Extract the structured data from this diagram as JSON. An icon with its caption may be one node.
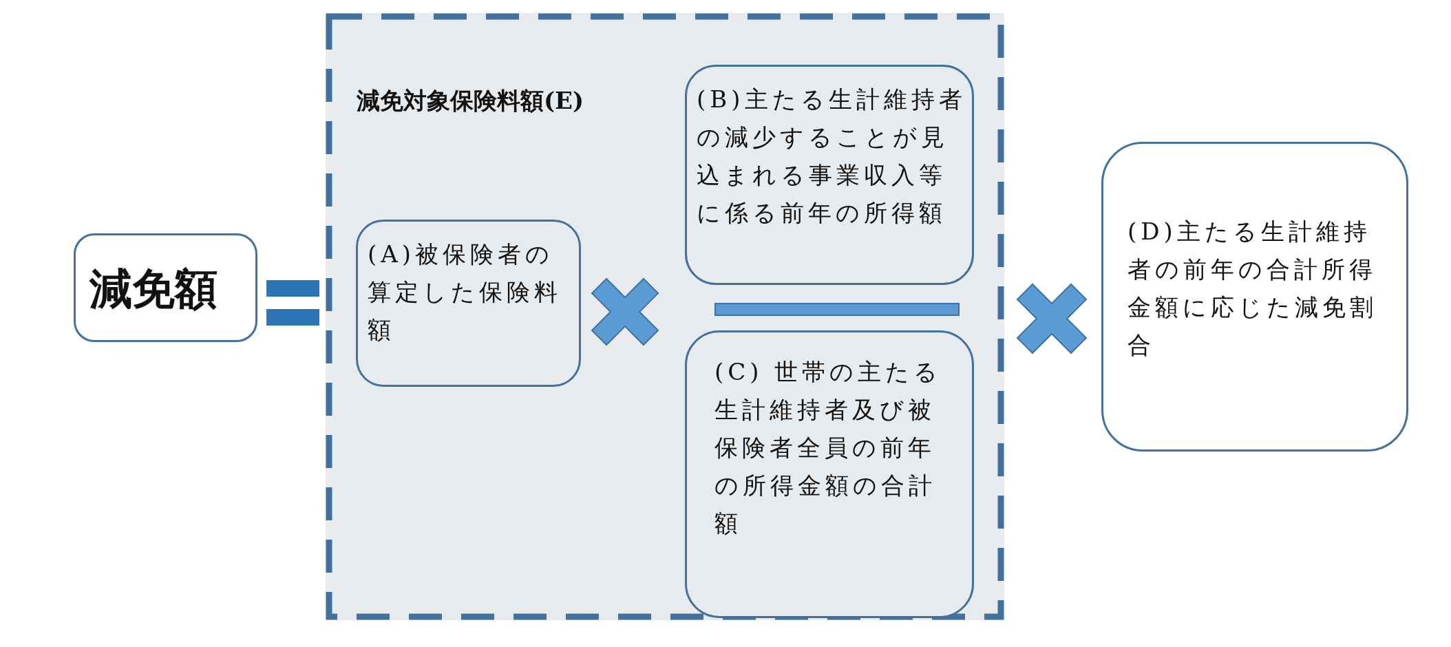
{
  "diagram": {
    "nodes": [
      {
        "text": [
          "減免額"
        ]
      },
      {
        "text": [
          "減免対象保険料額(E)"
        ]
      },
      {
        "text": [
          "(A)被保険者の算定した保険料額"
        ],
        "in": 1
      },
      {
        "text": [
          "(B)主たる生計維持者の減少することが見込まれる事業収入等に係る前年の所得額"
        ],
        "in": 1
      },
      {
        "text": [
          "(C) 世帯の主たる生計維持者及び被保険者全員の前年の所得金額の合計額"
        ],
        "in": 1
      },
      {
        "text": [
          "(D)主たる生計維持者の前年の合計所得金額に応じた減免割合"
        ]
      }
    ],
    "edges": []
  }
}
